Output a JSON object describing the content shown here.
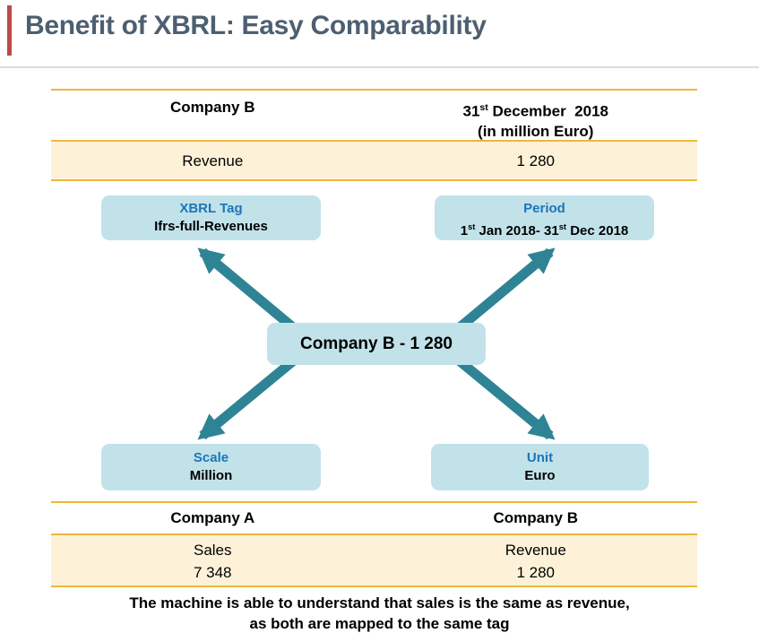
{
  "slide": {
    "title": "Benefit of XBRL: Easy Comparability"
  },
  "colors": {
    "title_text": "#4d5f70",
    "accent_bar": "#ba4a47",
    "gold_border": "#eeb63b",
    "cream_row": "#fdf2d8",
    "box_fill": "#c2e2e9",
    "label_blue": "#1b75bc",
    "arrow_teal": "#2e8495",
    "divider_gray": "#dbdbdb"
  },
  "top_table": {
    "header": {
      "company": "Company B",
      "date_pre": "31",
      "date_sup": "st",
      "date_post": " December  2018",
      "date_line2": "(in million Euro)"
    },
    "row": {
      "label": "Revenue",
      "value": "1 280"
    }
  },
  "diagram": {
    "center_label": "Company B - 1 280",
    "xbrl_tag": {
      "title": "XBRL Tag",
      "value": "Ifrs-full-Revenues"
    },
    "period": {
      "title": "Period",
      "p1": "1",
      "s1": "st",
      "p2": " Jan 2018- 31",
      "s2": "st",
      "p3": " Dec 2018"
    },
    "scale": {
      "title": "Scale",
      "value": "Million"
    },
    "unit": {
      "title": "Unit",
      "value": "Euro"
    }
  },
  "bottom_table": {
    "header": {
      "col1": "Company A",
      "col2": "Company B"
    },
    "row": {
      "col1_line1": "Sales",
      "col1_line2": "7 348",
      "col2_line1": "Revenue",
      "col2_line2": "1 280"
    }
  },
  "footer": {
    "line1": "The machine is able to understand that sales is the same as revenue,",
    "line2": "as both are mapped to the same tag"
  }
}
